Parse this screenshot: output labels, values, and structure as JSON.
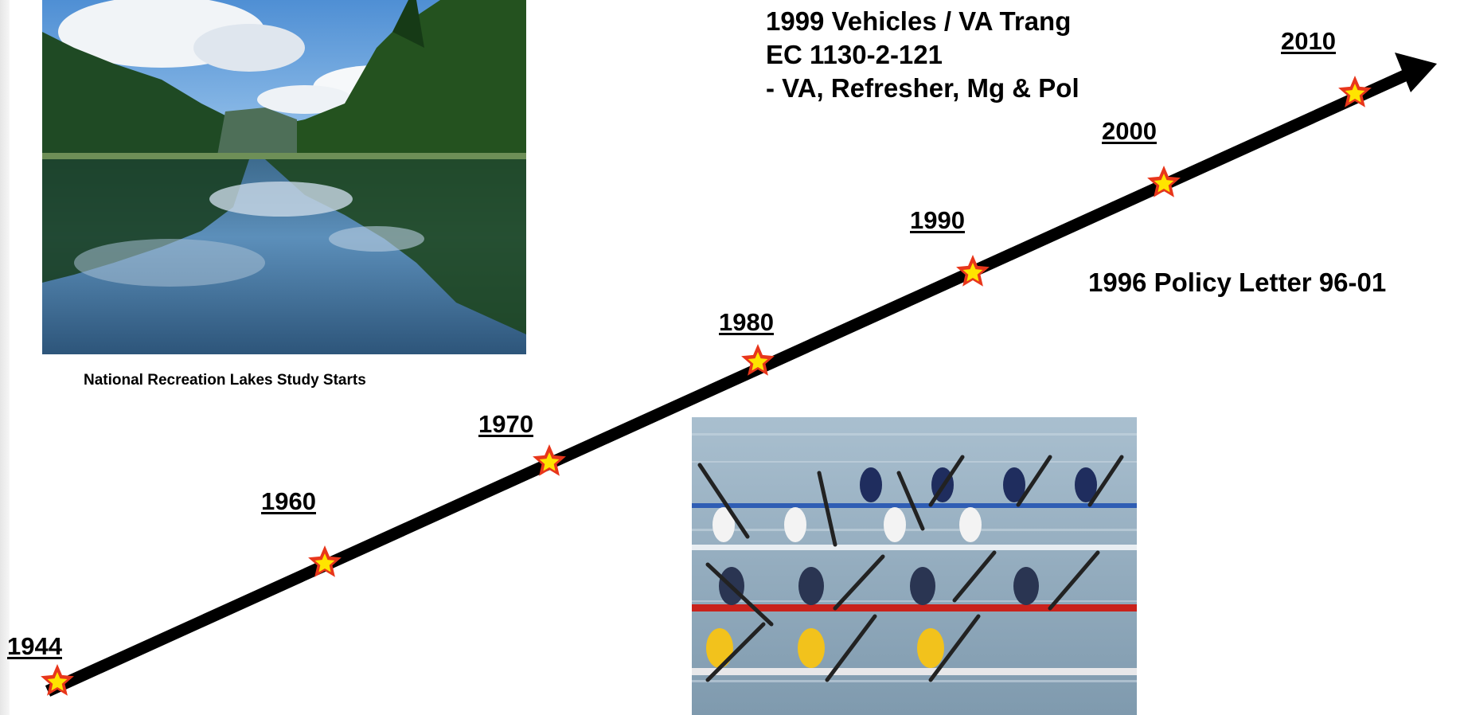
{
  "timeline": {
    "milestones": [
      {
        "label": "1944"
      },
      {
        "label": "1960"
      },
      {
        "label": "1970"
      },
      {
        "label": "1980"
      },
      {
        "label": "1990"
      },
      {
        "label": "2000"
      },
      {
        "label": "2010"
      }
    ]
  },
  "events": {
    "lakes_caption": "National Recreation Lakes Study Starts",
    "policy_1996": "1996 Policy Letter 96-01",
    "ec_1999": {
      "line1": "1999 Vehicles / VA Trang",
      "line2": "EC 1130-2-121",
      "line3": "- VA, Refresher, Mg & Pol"
    }
  },
  "images": {
    "lake_photo": "lake-reflection-photo",
    "kayak_photo": "kayak-race-photo"
  },
  "colors": {
    "arrow": "#000000",
    "star_outer": "#e8361b",
    "star_inner": "#ffe400"
  }
}
